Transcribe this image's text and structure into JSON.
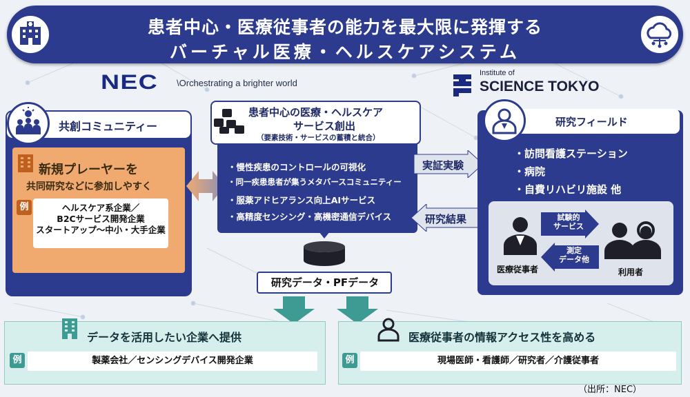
{
  "title": {
    "line1": "患者中心・医療従事者の能力を最大限に発揮する",
    "line2": "バーチャル医療・ヘルスケアシステム"
  },
  "logos": {
    "nec": "NEC",
    "nec_tagline": "\\Orchestrating a brighter world",
    "institute_small": "Institute of",
    "institute_big": "SCIENCE TOKYO"
  },
  "left": {
    "heading": "共創コミュニティー",
    "highlight_title": "新規プレーヤーを",
    "highlight_sub": "共同研究などに参加しやすく",
    "example_badge": "例",
    "examples": [
      "ヘルスケア系企業／",
      "B2Cサービス開発企業",
      "スタートアップ～中小・大手企業"
    ]
  },
  "center": {
    "heading_line1": "患者中心の医療・ヘルスケア",
    "heading_line2": "サービス創出",
    "heading_note": "（要素技術・サービスの蓄積と統合）",
    "items": [
      "・慢性疾患のコントロールの可視化",
      "・同一疾患患者が集うメタバースコミュニティー",
      "・服薬アドヒアランス向上AIサービス",
      "・高精度センシング・高機密通信デバイス"
    ],
    "database_label": "研究データ・PFデータ"
  },
  "arrows": {
    "to_right": "実証実験",
    "to_left": "研究結果"
  },
  "right": {
    "heading": "研究フィールド",
    "items": [
      "・訪問看護ステーション",
      "・病院",
      "・自費リハビリ施設 他"
    ],
    "arrow_trial": "試験的\nサービス",
    "arrow_measure": "測定\nデータ他",
    "staff_label": "医療従事者",
    "user_label": "利用者"
  },
  "bottom_left": {
    "title": "データを活用したい企業へ提供",
    "badge": "例",
    "example": "製薬会社／センシングデバイス開発企業"
  },
  "bottom_right": {
    "title": "医療従事者の情報アクセス性を高める",
    "badge": "例",
    "example": "現場医師・看護師／研究者／介護従事者"
  },
  "source": "（出所：NEC）",
  "colors": {
    "navy": "#2d3b8e",
    "orange": "#f0aa70",
    "teal": "#3e9b93",
    "teal_light": "#d6efec"
  },
  "icons": [
    "hospital-icon",
    "cloud-network-icon",
    "community-icon",
    "building-icon",
    "cubes-icon",
    "researcher-icon",
    "database-icon",
    "person-icon"
  ]
}
